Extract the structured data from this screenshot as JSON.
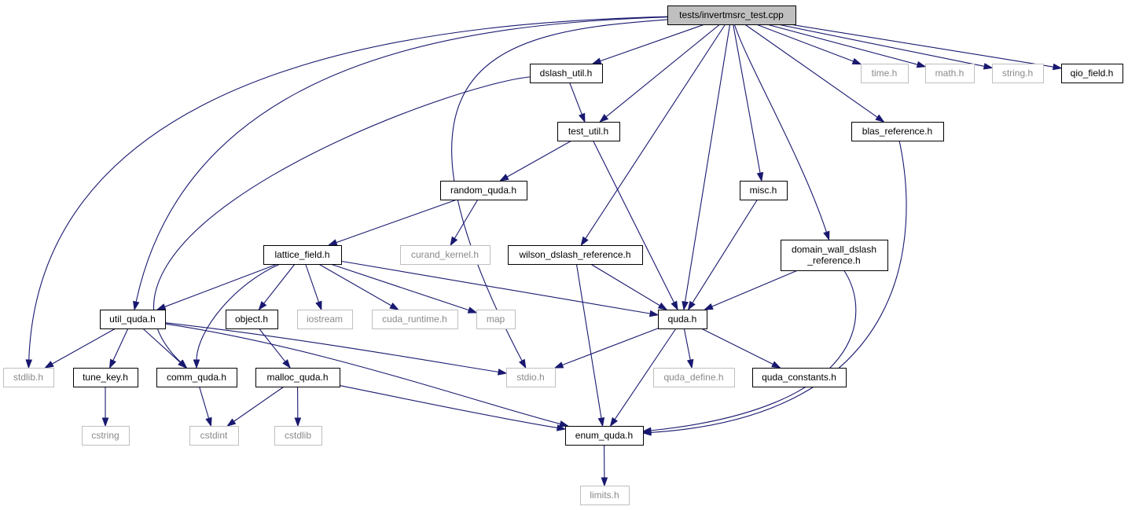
{
  "diagram": {
    "nodes": [
      {
        "id": "root",
        "label": "tests/invertmsrc_test.cpp",
        "kind": "root"
      },
      {
        "id": "dslash_util",
        "label": "dslash_util.h",
        "kind": "doc"
      },
      {
        "id": "time",
        "label": "time.h",
        "kind": "ext"
      },
      {
        "id": "math",
        "label": "math.h",
        "kind": "ext"
      },
      {
        "id": "string",
        "label": "string.h",
        "kind": "ext"
      },
      {
        "id": "qio_field",
        "label": "qio_field.h",
        "kind": "doc"
      },
      {
        "id": "test_util",
        "label": "test_util.h",
        "kind": "doc"
      },
      {
        "id": "blas_reference",
        "label": "blas_reference.h",
        "kind": "doc"
      },
      {
        "id": "random_quda",
        "label": "random_quda.h",
        "kind": "doc"
      },
      {
        "id": "misc",
        "label": "misc.h",
        "kind": "doc"
      },
      {
        "id": "lattice_field",
        "label": "lattice_field.h",
        "kind": "doc"
      },
      {
        "id": "curand_kernel",
        "label": "curand_kernel.h",
        "kind": "ext"
      },
      {
        "id": "wilson_dslash_reference",
        "label": "wilson_dslash_reference.h",
        "kind": "doc"
      },
      {
        "id": "domain_wall",
        "label": [
          "domain_wall_dslash",
          "_reference.h"
        ],
        "kind": "doc"
      },
      {
        "id": "util_quda",
        "label": "util_quda.h",
        "kind": "doc"
      },
      {
        "id": "object",
        "label": "object.h",
        "kind": "doc"
      },
      {
        "id": "iostream",
        "label": "iostream",
        "kind": "ext"
      },
      {
        "id": "cuda_runtime",
        "label": "cuda_runtime.h",
        "kind": "ext"
      },
      {
        "id": "map",
        "label": "map",
        "kind": "ext"
      },
      {
        "id": "quda",
        "label": "quda.h",
        "kind": "doc"
      },
      {
        "id": "stdlib",
        "label": "stdlib.h",
        "kind": "ext"
      },
      {
        "id": "tune_key",
        "label": "tune_key.h",
        "kind": "doc"
      },
      {
        "id": "comm_quda",
        "label": "comm_quda.h",
        "kind": "doc"
      },
      {
        "id": "malloc_quda",
        "label": "malloc_quda.h",
        "kind": "doc"
      },
      {
        "id": "stdio",
        "label": "stdio.h",
        "kind": "ext"
      },
      {
        "id": "quda_define",
        "label": "quda_define.h",
        "kind": "ext"
      },
      {
        "id": "quda_constants",
        "label": "quda_constants.h",
        "kind": "doc"
      },
      {
        "id": "cstring",
        "label": "cstring",
        "kind": "ext"
      },
      {
        "id": "cstdint",
        "label": "cstdint",
        "kind": "ext"
      },
      {
        "id": "cstdlib",
        "label": "cstdlib",
        "kind": "ext"
      },
      {
        "id": "enum_quda",
        "label": "enum_quda.h",
        "kind": "doc"
      },
      {
        "id": "limits",
        "label": "limits.h",
        "kind": "ext"
      }
    ],
    "edges": [
      [
        "root",
        "stdlib"
      ],
      [
        "root",
        "util_quda"
      ],
      [
        "root",
        "stdio"
      ],
      [
        "root",
        "dslash_util"
      ],
      [
        "root",
        "test_util"
      ],
      [
        "root",
        "wilson_dslash_reference"
      ],
      [
        "root",
        "quda"
      ],
      [
        "root",
        "misc"
      ],
      [
        "root",
        "domain_wall"
      ],
      [
        "root",
        "blas_reference"
      ],
      [
        "root",
        "time"
      ],
      [
        "root",
        "math"
      ],
      [
        "root",
        "string"
      ],
      [
        "root",
        "qio_field"
      ],
      [
        "dslash_util",
        "test_util"
      ],
      [
        "dslash_util",
        "comm_quda"
      ],
      [
        "test_util",
        "random_quda"
      ],
      [
        "test_util",
        "quda"
      ],
      [
        "random_quda",
        "lattice_field"
      ],
      [
        "random_quda",
        "curand_kernel"
      ],
      [
        "blas_reference",
        "enum_quda"
      ],
      [
        "misc",
        "quda"
      ],
      [
        "wilson_dslash_reference",
        "quda"
      ],
      [
        "wilson_dslash_reference",
        "enum_quda"
      ],
      [
        "domain_wall",
        "quda"
      ],
      [
        "domain_wall",
        "enum_quda"
      ],
      [
        "lattice_field",
        "util_quda"
      ],
      [
        "lattice_field",
        "comm_quda"
      ],
      [
        "lattice_field",
        "object"
      ],
      [
        "lattice_field",
        "iostream"
      ],
      [
        "lattice_field",
        "cuda_runtime"
      ],
      [
        "lattice_field",
        "map"
      ],
      [
        "lattice_field",
        "quda"
      ],
      [
        "util_quda",
        "stdlib"
      ],
      [
        "util_quda",
        "tune_key"
      ],
      [
        "util_quda",
        "comm_quda"
      ],
      [
        "util_quda",
        "stdio"
      ],
      [
        "util_quda",
        "enum_quda"
      ],
      [
        "object",
        "malloc_quda"
      ],
      [
        "quda",
        "stdio"
      ],
      [
        "quda",
        "enum_quda"
      ],
      [
        "quda",
        "quda_define"
      ],
      [
        "quda",
        "quda_constants"
      ],
      [
        "tune_key",
        "cstring"
      ],
      [
        "comm_quda",
        "cstdint"
      ],
      [
        "malloc_quda",
        "cstdint"
      ],
      [
        "malloc_quda",
        "cstdlib"
      ],
      [
        "malloc_quda",
        "enum_quda"
      ],
      [
        "enum_quda",
        "limits"
      ]
    ]
  }
}
